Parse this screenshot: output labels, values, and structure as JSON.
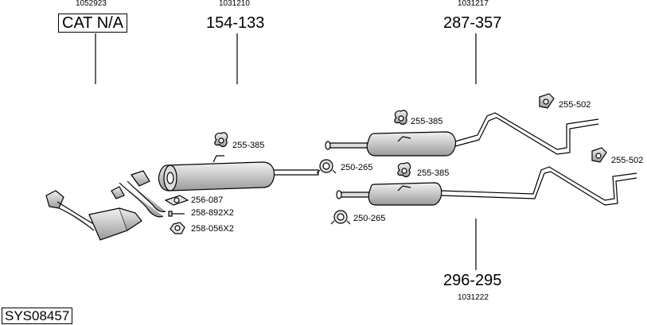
{
  "diagram": {
    "groups": [
      {
        "id": "cat",
        "ref": "1052923",
        "part": "CAT N/A"
      },
      {
        "id": "front",
        "ref": "1031210",
        "part": "154-133"
      },
      {
        "id": "rear_upper",
        "ref": "1031217",
        "part": "287-357"
      },
      {
        "id": "rear_lower",
        "ref": "1031222",
        "part": "296-295"
      }
    ],
    "accessories": {
      "hanger_front": "255-385",
      "hanger_rear_upper": "255-385",
      "hanger_rear_lower": "255-385",
      "clamp_upper": "250-265",
      "clamp_lower": "250-265",
      "tail_hanger_upper": "255-502",
      "tail_hanger_lower": "255-502",
      "gasket": "256-087",
      "bolt": "258-892X2",
      "nut": "258-056X2"
    },
    "system_code": "SYS08457"
  },
  "colors": {
    "line": "#000000",
    "fill": "#d9d9d9",
    "shade": "#9a9a9a",
    "background": "#ffffff"
  }
}
